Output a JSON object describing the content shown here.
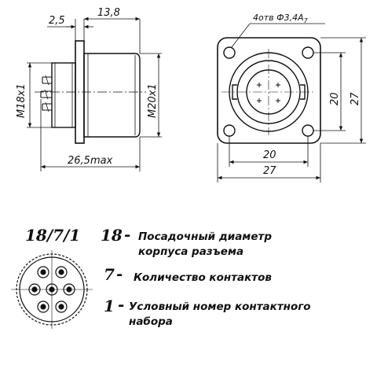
{
  "side_view": {
    "dim_flange": "2,5",
    "dim_body": "13,8",
    "dim_thread_rear": "M18x1",
    "dim_thread_front": "M20x1",
    "dim_length": "26,5max"
  },
  "front_view": {
    "hole_note": "4отв Ф3,4А",
    "hole_note_sub": "7",
    "dim_hole_spacing_v": "20",
    "dim_flange_v": "27",
    "dim_hole_spacing_h": "20",
    "dim_flange_h": "27"
  },
  "legend": {
    "code": "18/7/1",
    "items": [
      {
        "number": "18",
        "dash": "-",
        "line1": "Посадочный диаметр",
        "line2": "корпуса разъема"
      },
      {
        "number": "7",
        "dash": "-",
        "line1": "Количество контактов",
        "line2": ""
      },
      {
        "number": "1",
        "dash": "-",
        "line1": "Условный номер контактного",
        "line2": "набора"
      }
    ]
  }
}
